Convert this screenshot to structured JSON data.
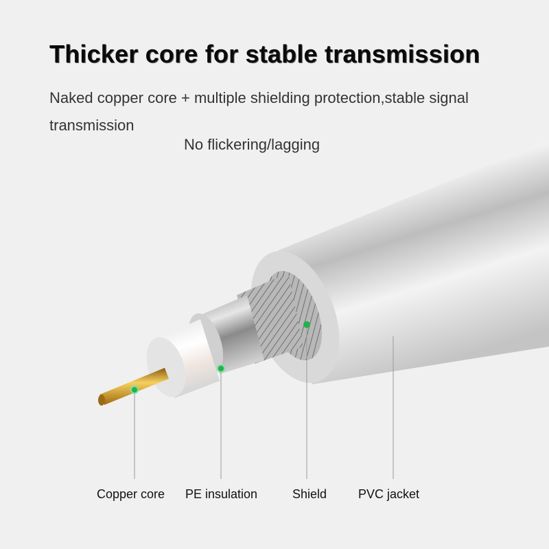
{
  "headline": "Thicker core for stable transmission",
  "subtext": "Naked copper core + multiple shielding protection,stable signal transmission",
  "tagline": "No flickering/lagging",
  "colors": {
    "background": "#f0f0f0",
    "marker": "#22b14c",
    "copper": "#d4a020",
    "jacket": "#d8d8d8"
  },
  "layers": [
    {
      "label": "Copper core",
      "icon": "copper-core"
    },
    {
      "label": "PE insulation",
      "icon": "pe-insulation"
    },
    {
      "label": "Shield",
      "icon": "braided-shield"
    },
    {
      "label": "PVC jacket",
      "icon": "pvc-jacket"
    }
  ]
}
